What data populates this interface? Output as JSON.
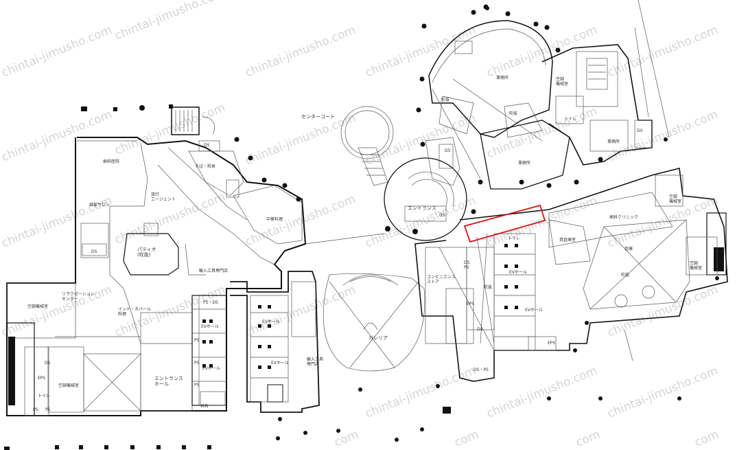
{
  "watermark": "chintai-jimusho.com",
  "watermark_partial": "com",
  "highlight_color": "#e01010",
  "rooms": {
    "center_court": "センターコート",
    "entrance_c": "エントランス",
    "galleria": "ガレリア",
    "entrance_hall": "エントランス\nホール",
    "patio": "パティオ\n(吹抜)",
    "dental": "歯科医院",
    "hair_salon": "調髪サロン",
    "travel_agent": "旅行\nエージェント",
    "soba": "そば・和食",
    "chinese": "中華料理",
    "imported_store_1": "輸入工具専門店",
    "imported_store_2": "輸入工具\n専門店",
    "indian": "インド・ネパール\n料理",
    "relaxation": "リラクゼーション\nセンター",
    "ac_room_left": "空調機械室",
    "ac_room_left2": "空調機械室",
    "ac_room_right1": "空調\n機械室",
    "ac_room_right2": "空調\n機械室",
    "ac_room_right3": "空調\n機械室",
    "convenience": "コンビニエンス\nストア",
    "office_top": "事務所",
    "office_mid": "事務所",
    "office_right": "事務所",
    "atrium_1": "吹抜",
    "atrium_2": "吹抜",
    "atrium_3": "吹抜",
    "atrium_4": "吹抜",
    "dental_clinic": "歯科クリニック",
    "storage_1": "倉庫",
    "storage_2": "資倉庫室",
    "ev_hall_1": "EVホール",
    "ev_hall_2": "EVホール",
    "ev_hall_3": "EVホール",
    "ev_hall_4": "EVホール",
    "ev_hall_5": "EVホール",
    "toilet_1": "トイレ",
    "toilet_2": "トイレ",
    "toilet_3": "トイレ",
    "wc_left": "トイレ",
    "shared": "共有",
    "ds": "DS",
    "ps": "PS",
    "eps": "EPS",
    "ps_ds": "PS・DS",
    "ds_ps": "DS・PS",
    "ds_ps_stack": "DS\nPS",
    "ps_short": "PS"
  }
}
